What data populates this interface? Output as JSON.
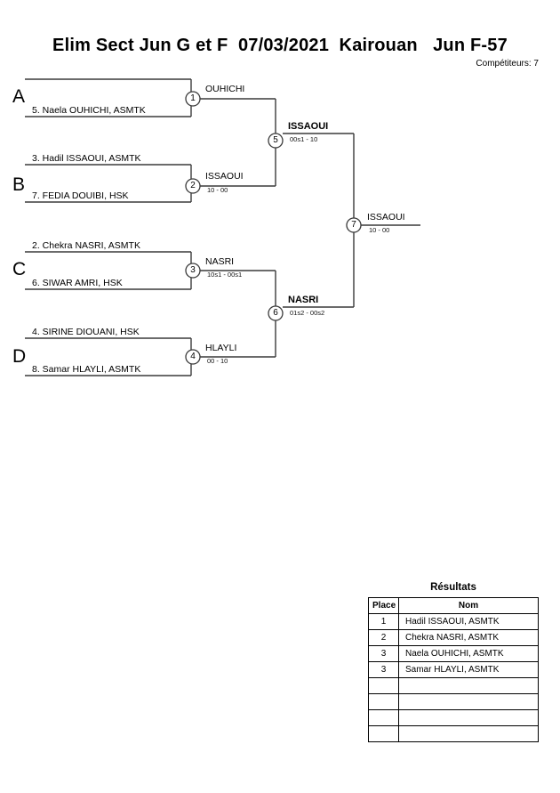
{
  "header": {
    "title": "Elim Sect Jun G et F  07/03/2021  Kairouan   Jun F-57",
    "competitors_label": "Compétiteurs: 7"
  },
  "bracket": {
    "groups": [
      {
        "letter": "A"
      },
      {
        "letter": "B"
      },
      {
        "letter": "C"
      },
      {
        "letter": "D"
      }
    ],
    "slots": [
      {
        "label": ""
      },
      {
        "label": "5. Naela OUHICHI, ASMTK"
      },
      {
        "label": "3. Hadil ISSAOUI, ASMTK"
      },
      {
        "label": "7. FEDIA DOUIBI, HSK"
      },
      {
        "label": "2. Chekra NASRI, ASMTK"
      },
      {
        "label": "6. SIWAR AMRI, HSK"
      },
      {
        "label": "4. SIRINE DIOUANI, HSK"
      },
      {
        "label": "8. Samar HLAYLI, ASMTK"
      }
    ],
    "matches": [
      {
        "number": "1",
        "winner": "OUHICHI",
        "score": "",
        "bold": false
      },
      {
        "number": "2",
        "winner": "ISSAOUI",
        "score": "10 - 00",
        "bold": false
      },
      {
        "number": "3",
        "winner": "NASRI",
        "score": "10s1 - 00s1",
        "bold": false
      },
      {
        "number": "4",
        "winner": "HLAYLI",
        "score": "00 - 10",
        "bold": false
      },
      {
        "number": "5",
        "winner": "ISSAOUI",
        "score": "00s1 - 10",
        "bold": true
      },
      {
        "number": "6",
        "winner": "NASRI",
        "score": "01s2 - 00s2",
        "bold": true
      },
      {
        "number": "7",
        "winner": "ISSAOUI",
        "score": "10 - 00",
        "bold": false
      }
    ]
  },
  "results": {
    "heading": "Résultats",
    "columns": [
      "Place",
      "Nom"
    ],
    "rows": [
      {
        "place": "1",
        "name": "Hadil ISSAOUI, ASMTK"
      },
      {
        "place": "2",
        "name": "Chekra NASRI, ASMTK"
      },
      {
        "place": "3",
        "name": "Naela OUHICHI, ASMTK"
      },
      {
        "place": "3",
        "name": "Samar HLAYLI, ASMTK"
      }
    ],
    "empty_rows": 4
  },
  "colors": {
    "line": "#3a3a3a",
    "text": "#000000",
    "background": "#ffffff"
  }
}
